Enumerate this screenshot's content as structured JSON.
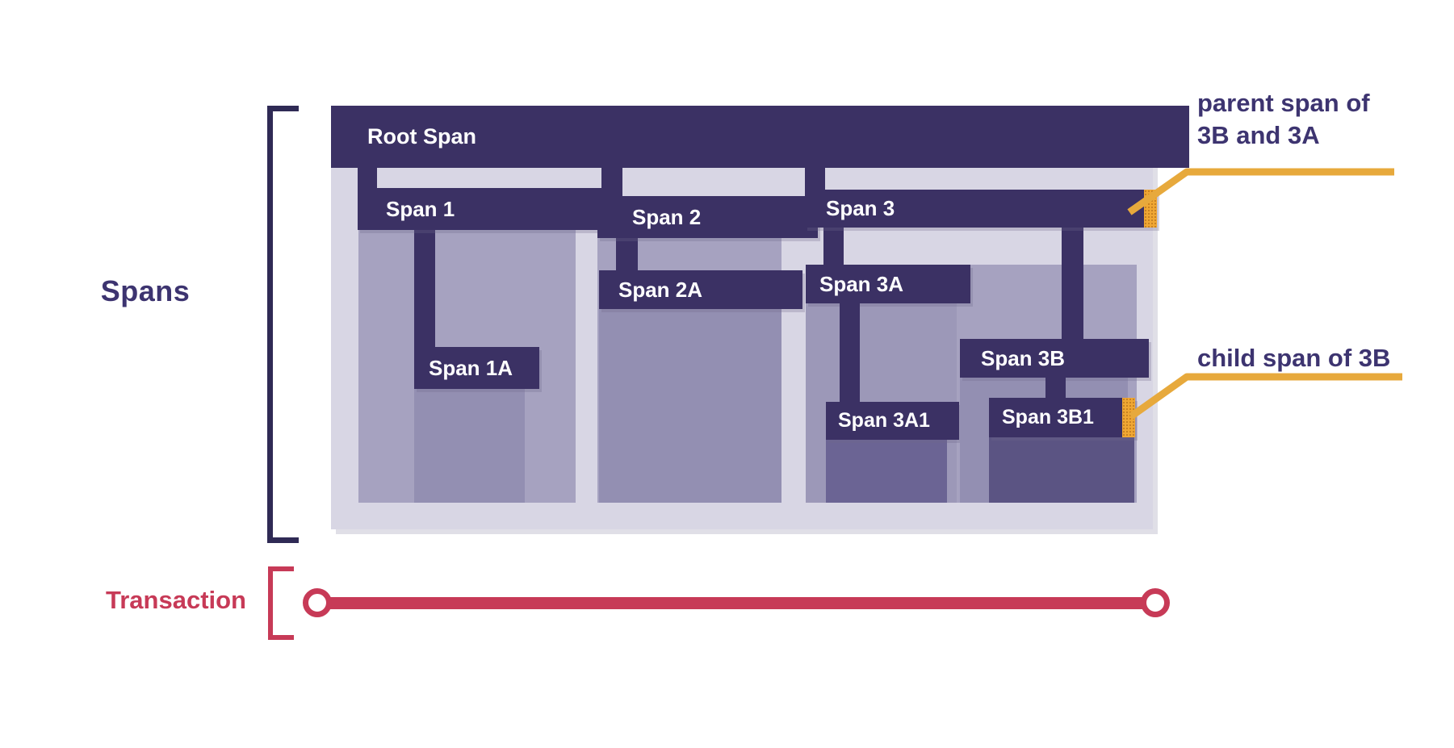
{
  "labels": {
    "spans": "Spans",
    "transaction": "Transaction"
  },
  "spans": {
    "root": "Root Span",
    "s1": "Span 1",
    "s1a": "Span 1A",
    "s2": "Span 2",
    "s2a": "Span 2A",
    "s3": "Span 3",
    "s3a": "Span 3A",
    "s3a1": "Span 3A1",
    "s3b": "Span 3B",
    "s3b1": "Span 3B1"
  },
  "annotations": {
    "parent_line1": "parent span of",
    "parent_line2": "3B and 3A",
    "child": "child span of 3B"
  },
  "colors": {
    "dark": "#3b3164",
    "container-light": "#d8d6e4",
    "body-med": "#a6a2c0",
    "body-med2": "#938fb2",
    "body-med3": "#9c98b8",
    "body-dark-a": "#6b6494",
    "body-dark-b": "#5b5483",
    "orange": "#f0a733",
    "yellow-line": "#e7a93c",
    "crimson": "#c73a57",
    "navy-text": "#3d3470",
    "bracket-navy": "#2f2a55"
  }
}
